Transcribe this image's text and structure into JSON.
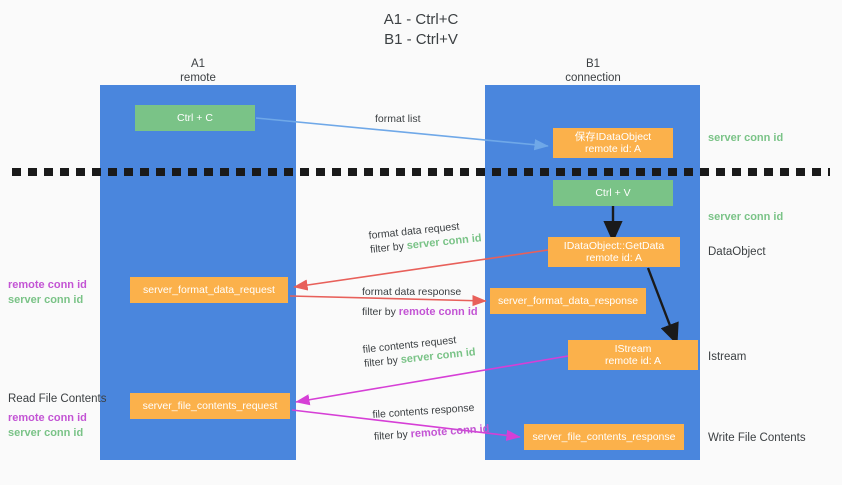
{
  "diagram": {
    "title_line1": "A1 - Ctrl+C",
    "title_line2": "B1 - Ctrl+V",
    "colors": {
      "lane": "#4a86dd",
      "green_node": "#7ac387",
      "orange_node": "#fbb14b",
      "server_conn_id": "#7ac387",
      "remote_conn_id": "#c354d4",
      "arrow_format_list": "#6fa8e8",
      "arrow_format_data": "#e8605a",
      "arrow_file_contents": "#d63fd6",
      "arrow_internal": "#1a1a1a",
      "background": "#fafafa"
    },
    "lanes": [
      {
        "id": "a1",
        "name": "A1",
        "subtitle": "remote"
      },
      {
        "id": "b1",
        "name": "B1",
        "subtitle": "connection"
      }
    ],
    "nodes": [
      {
        "id": "ctrl_c",
        "kind": "green",
        "line1": "Ctrl + C",
        "line2": ""
      },
      {
        "id": "save_idataobj",
        "kind": "orange",
        "line1": "保存IDataObject",
        "line2": "remote id: A"
      },
      {
        "id": "ctrl_v",
        "kind": "green",
        "line1": "Ctrl + V",
        "line2": ""
      },
      {
        "id": "getdata",
        "kind": "orange",
        "line1": "IDataObject::GetData",
        "line2": "remote id: A"
      },
      {
        "id": "fmt_req",
        "kind": "orange",
        "line1": "server_format_data_request",
        "line2": ""
      },
      {
        "id": "fmt_resp",
        "kind": "orange",
        "line1": "server_format_data_response",
        "line2": ""
      },
      {
        "id": "istream",
        "kind": "orange",
        "line1": "IStream",
        "line2": "remote id: A"
      },
      {
        "id": "file_req",
        "kind": "orange",
        "line1": "server_file_contents_request",
        "line2": ""
      },
      {
        "id": "file_resp",
        "kind": "orange",
        "line1": "server_file_contents_response",
        "line2": ""
      }
    ],
    "edge_labels": {
      "format_list": "format list",
      "format_data_request": "format data request",
      "format_data_request_filter_prefix": "filter by ",
      "format_data_request_filter_key": "server conn id",
      "format_data_response": "format data response",
      "format_data_response_filter_prefix": "filter by ",
      "format_data_response_filter_key": "remote conn id",
      "file_contents_request": "file contents request",
      "file_contents_request_filter_prefix": "filter by ",
      "file_contents_request_filter_key": "server conn id",
      "file_contents_response": "file contents response",
      "file_contents_response_filter_prefix": "filter by ",
      "file_contents_response_filter_key": "remote conn id"
    },
    "right_notes": {
      "server_conn_id_top": "server conn id",
      "server_conn_id_mid": "server conn id",
      "dataobject": "DataObject",
      "istream": "Istream",
      "write_file_contents": "Write File Contents"
    },
    "left_notes": {
      "remote_conn_id_1": "remote conn id",
      "server_conn_id_1": "server conn id",
      "read_file_contents": "Read File Contents",
      "remote_conn_id_2": "remote conn id",
      "server_conn_id_2": "server conn id"
    }
  }
}
